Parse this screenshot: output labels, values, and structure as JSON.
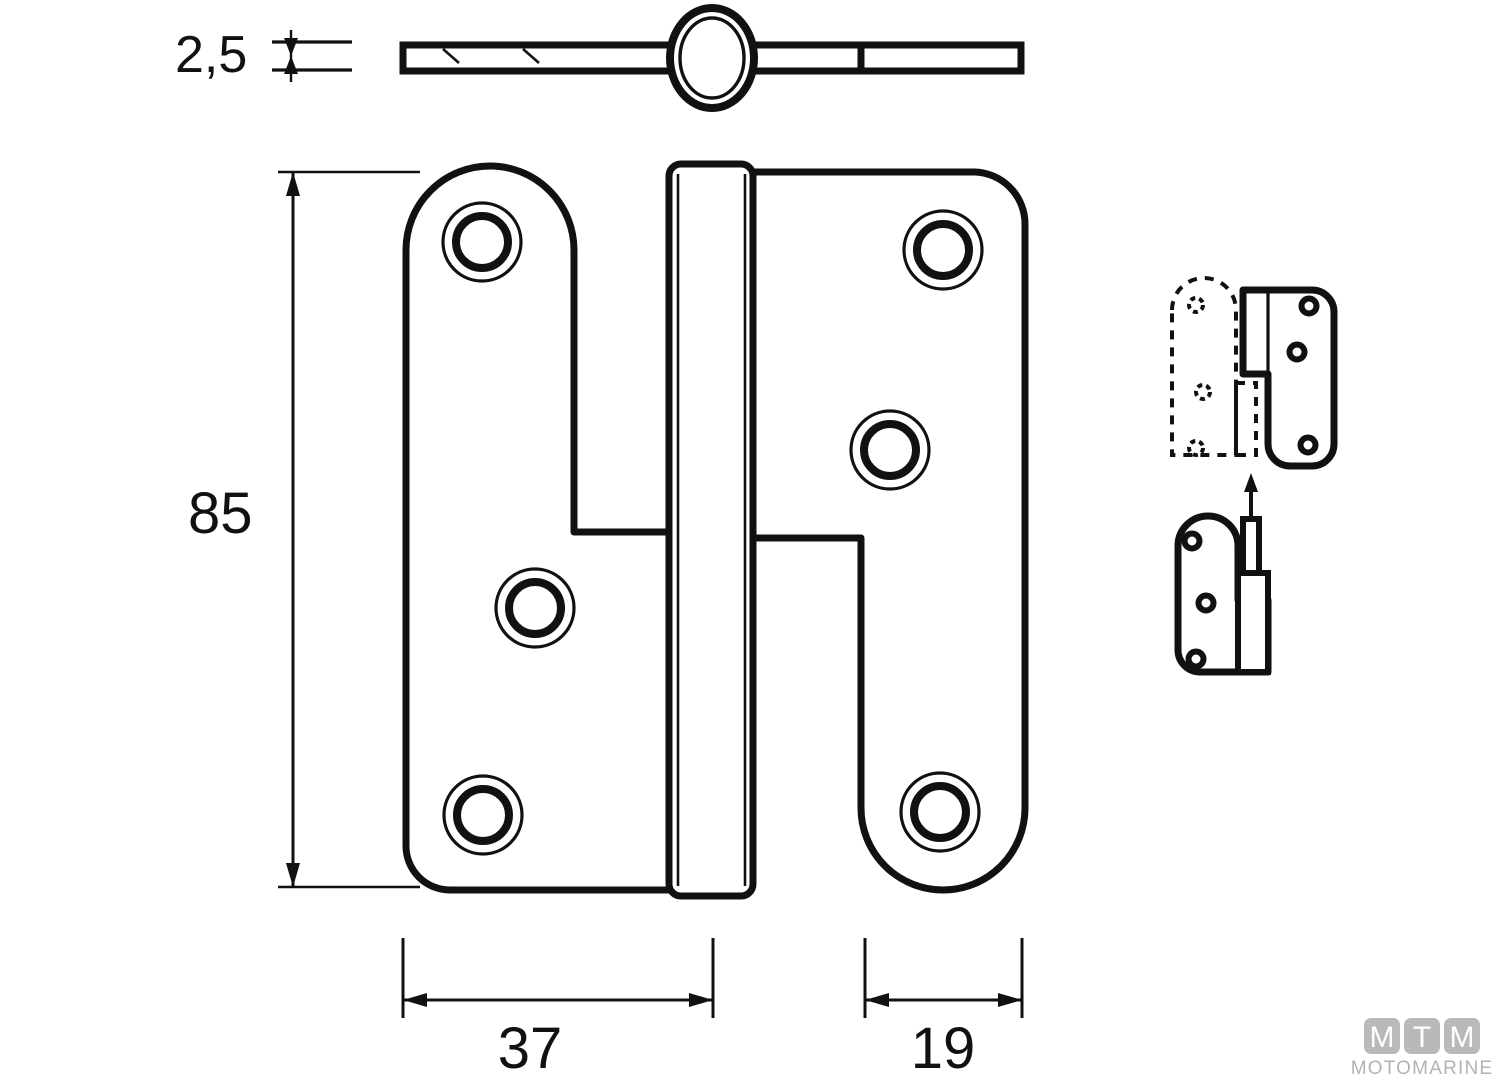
{
  "drawing": {
    "title": "Lift-off hinge technical drawing",
    "units": "mm",
    "line_color": "#111111",
    "background_color": "#ffffff"
  },
  "dimensions": {
    "thickness": {
      "value": "2,5",
      "label": "2,5",
      "name": "material-thickness"
    },
    "height": {
      "value": "85",
      "label": "85",
      "name": "overall-height"
    },
    "left_leaf_width": {
      "value": "37",
      "label": "37",
      "name": "left-leaf-width"
    },
    "right_leaf_width": {
      "value": "19",
      "label": "19",
      "name": "right-leaf-width"
    }
  },
  "views": {
    "top_view": {
      "name": "top-view-section",
      "description": "Plan section through hinge showing flat leaves and central pin knuckle"
    },
    "front_view": {
      "name": "front-view",
      "description": "Front elevation of lift-off hinge with two leaves and knuckle"
    },
    "detail_upper": {
      "name": "detail-assembled-view",
      "description": "Assembled leaf pair, mating leaf shown phantom dashed"
    },
    "detail_lower": {
      "name": "detail-liftoff-view",
      "description": "Lower leaf with pin, arrow indicating lift-off direction"
    }
  },
  "holes": {
    "count_left_leaf": 3,
    "count_right_leaf": 3,
    "type": "countersunk-screw-hole"
  },
  "logo": {
    "letters": [
      "M",
      "T",
      "M"
    ],
    "wordmark": "MOTOMARINE",
    "tile_color": "#b9b9b9",
    "text_color": "#b3b3b3"
  }
}
